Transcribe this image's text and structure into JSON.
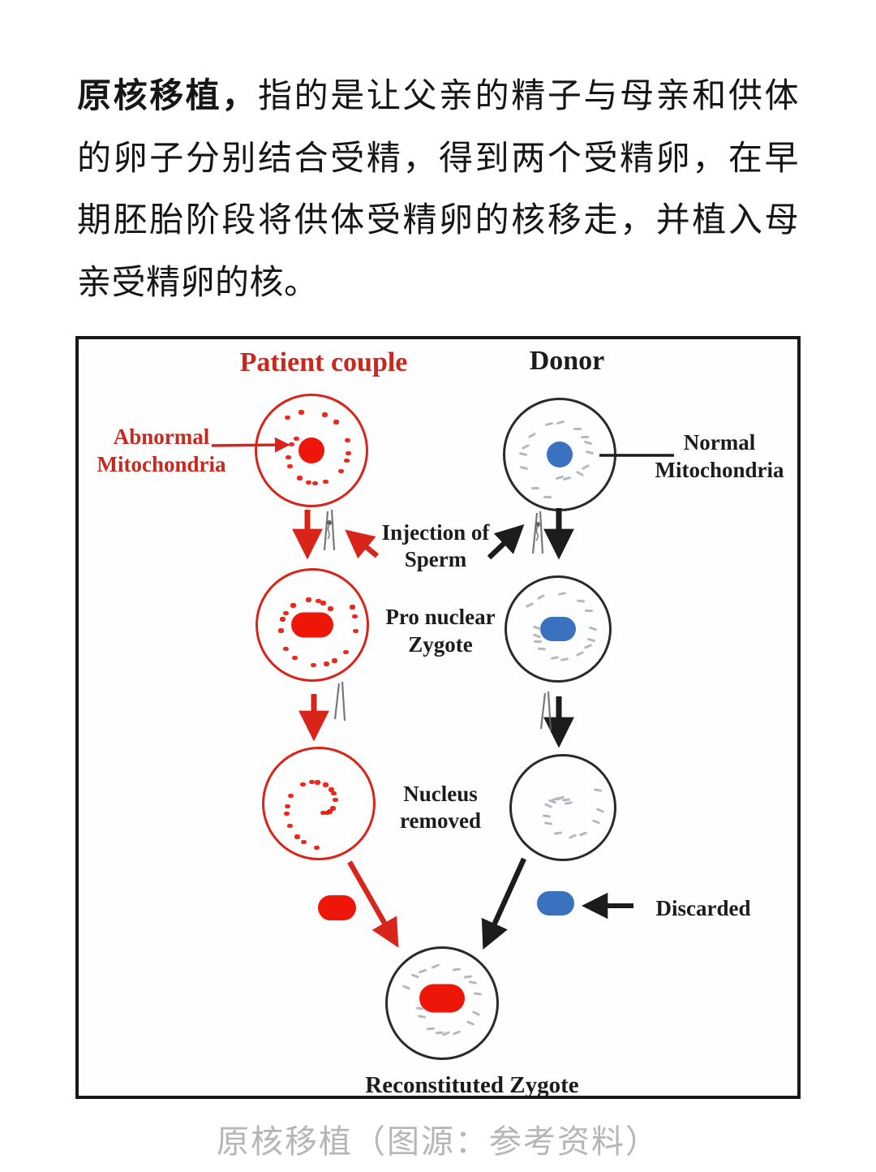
{
  "intro": {
    "term": "原核移植，",
    "text": "指的是让父亲的精子与母亲和供体的卵子分别结合受精，得到两个受精卵，在早期胚胎阶段将供体受精卵的核移走，并植入母亲受精卵的核。"
  },
  "diagram": {
    "patient_couple": "Patient couple",
    "donor": "Donor",
    "abnormal_line1": "Abnormal",
    "abnormal_line2": "Mitochondria",
    "normal_line1": "Normal",
    "normal_line2": "Mitochondria",
    "injection_line1": "Injection of",
    "injection_line2": "Sperm",
    "pronuclear_line1": "Pro nuclear",
    "pronuclear_line2": "Zygote",
    "nucleus_removed_line1": "Nucleus",
    "nucleus_removed_line2": "removed",
    "discarded": "Discarded",
    "reconstituted": "Reconstituted Zygote",
    "colors": {
      "red_arrow": "#d9241a",
      "red_text": "#c8281e",
      "nucleus_red": "#ee1509",
      "nucleus_blue": "#3b72c0",
      "dash_gray": "#b4b8c0",
      "ink": "#1c1c1c",
      "caption_gray": "#b6b6b6"
    }
  },
  "caption": "原核移植（图源：参考资料）"
}
